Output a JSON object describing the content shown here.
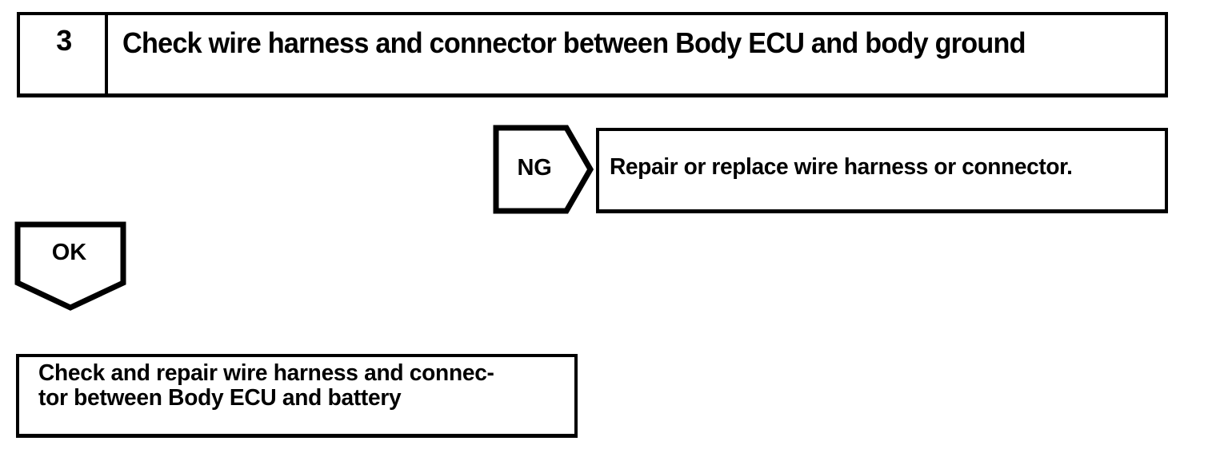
{
  "document": {
    "type": "troubleshooting-flowchart",
    "background_color": "#ffffff",
    "ink_color": "#000000"
  },
  "step": {
    "number": "3",
    "title": "Check wire harness and connector between Body ECU and body ground"
  },
  "branch_ng": {
    "label": "NG",
    "shape": "pentagon-right",
    "action": "Repair or replace wire harness or connector."
  },
  "branch_ok": {
    "label": "OK",
    "shape": "pentagon-down",
    "result_line_1": "Check and repair wire harness and connec-",
    "result_line_2": "tor between Body ECU and battery"
  }
}
